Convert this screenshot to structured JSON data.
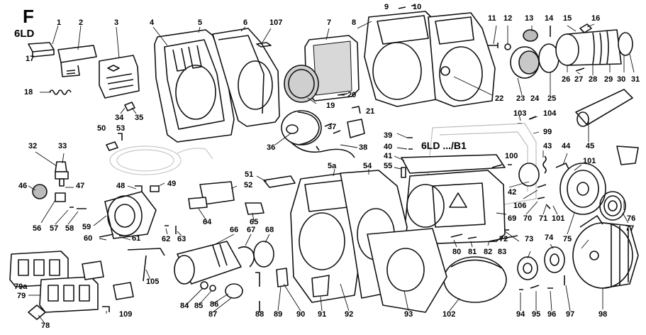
{
  "header": {
    "section_letter": "F",
    "engine_model": "6LD",
    "variant_label": "6LD .../B1"
  },
  "callouts": [
    "1",
    "2",
    "3",
    "4",
    "5",
    "6",
    "107",
    "7",
    "8",
    "9",
    "10",
    "11",
    "12",
    "13",
    "14",
    "15",
    "16",
    "17",
    "18",
    "19",
    "20",
    "21",
    "22",
    "23",
    "24",
    "25",
    "26",
    "27",
    "28",
    "29",
    "30",
    "31",
    "34",
    "35",
    "36",
    "37",
    "38",
    "39",
    "40",
    "41",
    "55",
    "50",
    "53",
    "99",
    "100",
    "103",
    "104",
    "45",
    "32",
    "33",
    "46",
    "47",
    "48",
    "49",
    "51",
    "52",
    "5a",
    "54",
    "42",
    "43",
    "44",
    "101",
    "106",
    "69",
    "70",
    "71",
    "76",
    "77",
    "56",
    "57",
    "58",
    "59",
    "60",
    "61",
    "64",
    "65",
    "62",
    "63",
    "66",
    "67",
    "68",
    "72",
    "73",
    "75",
    "79a",
    "79",
    "105",
    "84",
    "85",
    "86",
    "87",
    "88",
    "89",
    "90",
    "91",
    "92",
    "93",
    "80",
    "81",
    "82",
    "83",
    "74",
    "102",
    "94",
    "95",
    "96",
    "97",
    "98",
    "109",
    "78"
  ],
  "palette": {
    "line": "#111111",
    "shade": "#bdbdbd",
    "faint": "#cfcfcf",
    "bg": "#ffffff"
  }
}
